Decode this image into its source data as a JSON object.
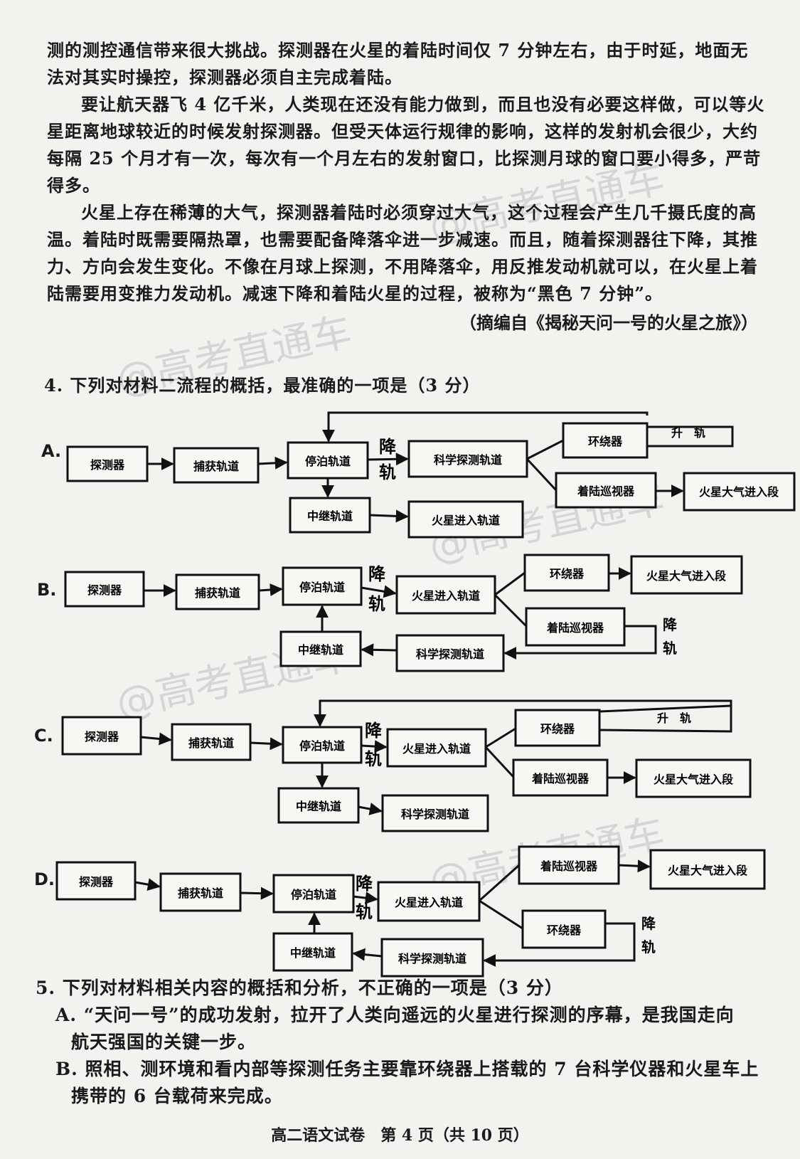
{
  "passage": {
    "p1": "测的测控通信带来很大挑战。探测器在火星的着陆时间仅 7 分钟左右，由于时延，地面无法对其实时操控，探测器必须自主完成着陆。",
    "p2": "要让航天器飞 4 亿千米，人类现在还没有能力做到，而且也没有必要这样做，可以等火星距离地球较近的时候发射探测器。但受天体运行规律的影响，这样的发射机会很少，大约每隔 25 个月才有一次，每次有一个月左右的发射窗口，比探测月球的窗口要小得多，严苛得多。",
    "p3": "火星上存在稀薄的大气，探测器着陆时必须穿过大气，这个过程会产生几千摄氏度的高温。着陆时既需要隔热罩，也需要配备降落伞进一步减速。而且，随着探测器往下降，其推力、方向会发生变化。不像在月球上探测，不用降落伞，用反推发动机就可以，在火星上着陆需要用变推力发动机。减速下降和着陆火星的过程，被称为“黑色 7 分钟”。",
    "source": "（摘编自《揭秘天问一号的火星之旅》）"
  },
  "q4": {
    "stem": "4. 下列对材料二流程的概括，最准确的一项是（3 分）",
    "options": {
      "A": {
        "letter": "A.",
        "b1": "探测器",
        "b2": "捕获轨道",
        "b3": "停泊轨道",
        "b4": "科学探测轨道",
        "b5": "环绕器",
        "b6": "升　轨",
        "b7": "着陆巡视器",
        "b8": "火星大气进入段",
        "b9": "中继轨道",
        "b10": "火星进入轨道",
        "drop1": "降",
        "drop2": "轨"
      },
      "B": {
        "letter": "B.",
        "b1": "探测器",
        "b2": "捕获轨道",
        "b3": "停泊轨道",
        "b4": "火星进入轨道",
        "b5": "环绕器",
        "b6": "火星大气进入段",
        "b7": "着陆巡视器",
        "b8": "中继轨道",
        "b9": "科学探测轨道",
        "drop1": "降",
        "drop2": "轨",
        "drop3": "降",
        "drop4": "轨"
      },
      "C": {
        "letter": "C.",
        "b1": "探测器",
        "b2": "捕获轨道",
        "b3": "停泊轨道",
        "b4": "火星进入轨道",
        "b5": "环绕器",
        "b6": "升　轨",
        "b7": "着陆巡视器",
        "b8": "火星大气进入段",
        "b9": "中继轨道",
        "b10": "科学探测轨道",
        "drop1": "降",
        "drop2": "轨"
      },
      "D": {
        "letter": "D.",
        "b1": "探测器",
        "b2": "捕获轨道",
        "b3": "停泊轨道",
        "b4": "火星进入轨道",
        "b5": "着陆巡视器",
        "b6": "火星大气进入段",
        "b7": "环绕器",
        "b8": "中继轨道",
        "b9": "科学探测轨道",
        "drop1": "降",
        "drop2": "轨",
        "drop3": "降",
        "drop4": "轨"
      }
    }
  },
  "q5": {
    "stem": "5. 下列对材料相关内容的概括和分析，不正确的一项是（3 分）",
    "optA": "A. “天问一号”的成功发射，拉开了人类向遥远的火星进行探测的序幕，是我国走向",
    "optA2": "航天强国的关键一步。",
    "optB": "B. 照相、测环境和看内部等探测任务主要靠环绕器上搭载的 7 台科学仪器和火星车上",
    "optB2": "携带的 6 台载荷来完成。"
  },
  "footer": "高二语文试卷　第 4 页（共 10 页）",
  "watermark": "@高考直通车"
}
